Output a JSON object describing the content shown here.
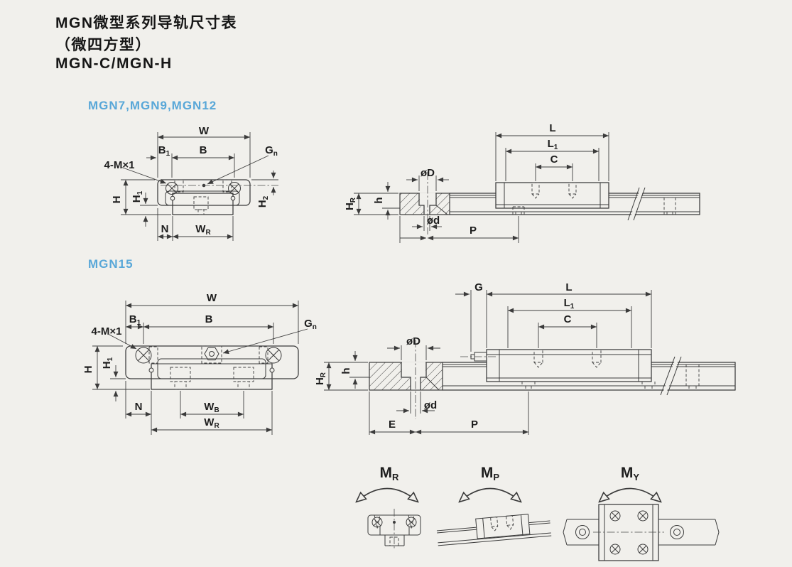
{
  "header": {
    "title_line1": "MGN微型系列导轨尺寸表",
    "title_line2": "（微四方型）",
    "title_line3": "MGN-C/MGN-H"
  },
  "sections": {
    "small_label": "MGN7,MGN9,MGN12",
    "mgn15_label": "MGN15"
  },
  "colors": {
    "accent_blue": "#58a7d8",
    "ink": "#3b3b3b",
    "paper": "#f1f0ec"
  },
  "front_small": {
    "w": {
      "t": "W",
      "s": ""
    },
    "b1": {
      "t": "B",
      "s": "1"
    },
    "b": {
      "t": "B",
      "s": ""
    },
    "gn": {
      "t": "G",
      "s": "n"
    },
    "screws": {
      "t": "4-M×1",
      "s": ""
    },
    "h": {
      "t": "H",
      "s": ""
    },
    "h1": {
      "t": "H",
      "s": "1"
    },
    "h2": {
      "t": "H",
      "s": "2"
    },
    "n": {
      "t": "N",
      "s": ""
    },
    "wr": {
      "t": "W",
      "s": "R"
    }
  },
  "side_small": {
    "dia_D": {
      "t": "øD",
      "s": ""
    },
    "l": {
      "t": "L",
      "s": ""
    },
    "l1": {
      "t": "L",
      "s": "1"
    },
    "c": {
      "t": "C",
      "s": ""
    },
    "hr": {
      "t": "H",
      "s": "R"
    },
    "h": {
      "t": "h",
      "s": ""
    },
    "dia_d": {
      "t": "ød",
      "s": ""
    },
    "p": {
      "t": "P",
      "s": ""
    }
  },
  "front_15": {
    "w": {
      "t": "W",
      "s": ""
    },
    "b1": {
      "t": "B",
      "s": "1"
    },
    "b": {
      "t": "B",
      "s": ""
    },
    "gn": {
      "t": "G",
      "s": "n"
    },
    "screws": {
      "t": "4-M×1",
      "s": ""
    },
    "h": {
      "t": "H",
      "s": ""
    },
    "h1": {
      "t": "H",
      "s": "1"
    },
    "n": {
      "t": "N",
      "s": ""
    },
    "wb": {
      "t": "W",
      "s": "B"
    },
    "wr": {
      "t": "W",
      "s": "R"
    }
  },
  "side_15": {
    "dia_D": {
      "t": "øD",
      "s": ""
    },
    "g": {
      "t": "G",
      "s": ""
    },
    "l": {
      "t": "L",
      "s": ""
    },
    "l1": {
      "t": "L",
      "s": "1"
    },
    "c": {
      "t": "C",
      "s": ""
    },
    "hr": {
      "t": "H",
      "s": "R"
    },
    "h": {
      "t": "h",
      "s": ""
    },
    "dia_d": {
      "t": "ød",
      "s": ""
    },
    "e": {
      "t": "E",
      "s": ""
    },
    "p": {
      "t": "P",
      "s": ""
    }
  },
  "moments": {
    "mr": {
      "t": "M",
      "s": "R"
    },
    "mp": {
      "t": "M",
      "s": "P"
    },
    "my": {
      "t": "M",
      "s": "Y"
    }
  }
}
